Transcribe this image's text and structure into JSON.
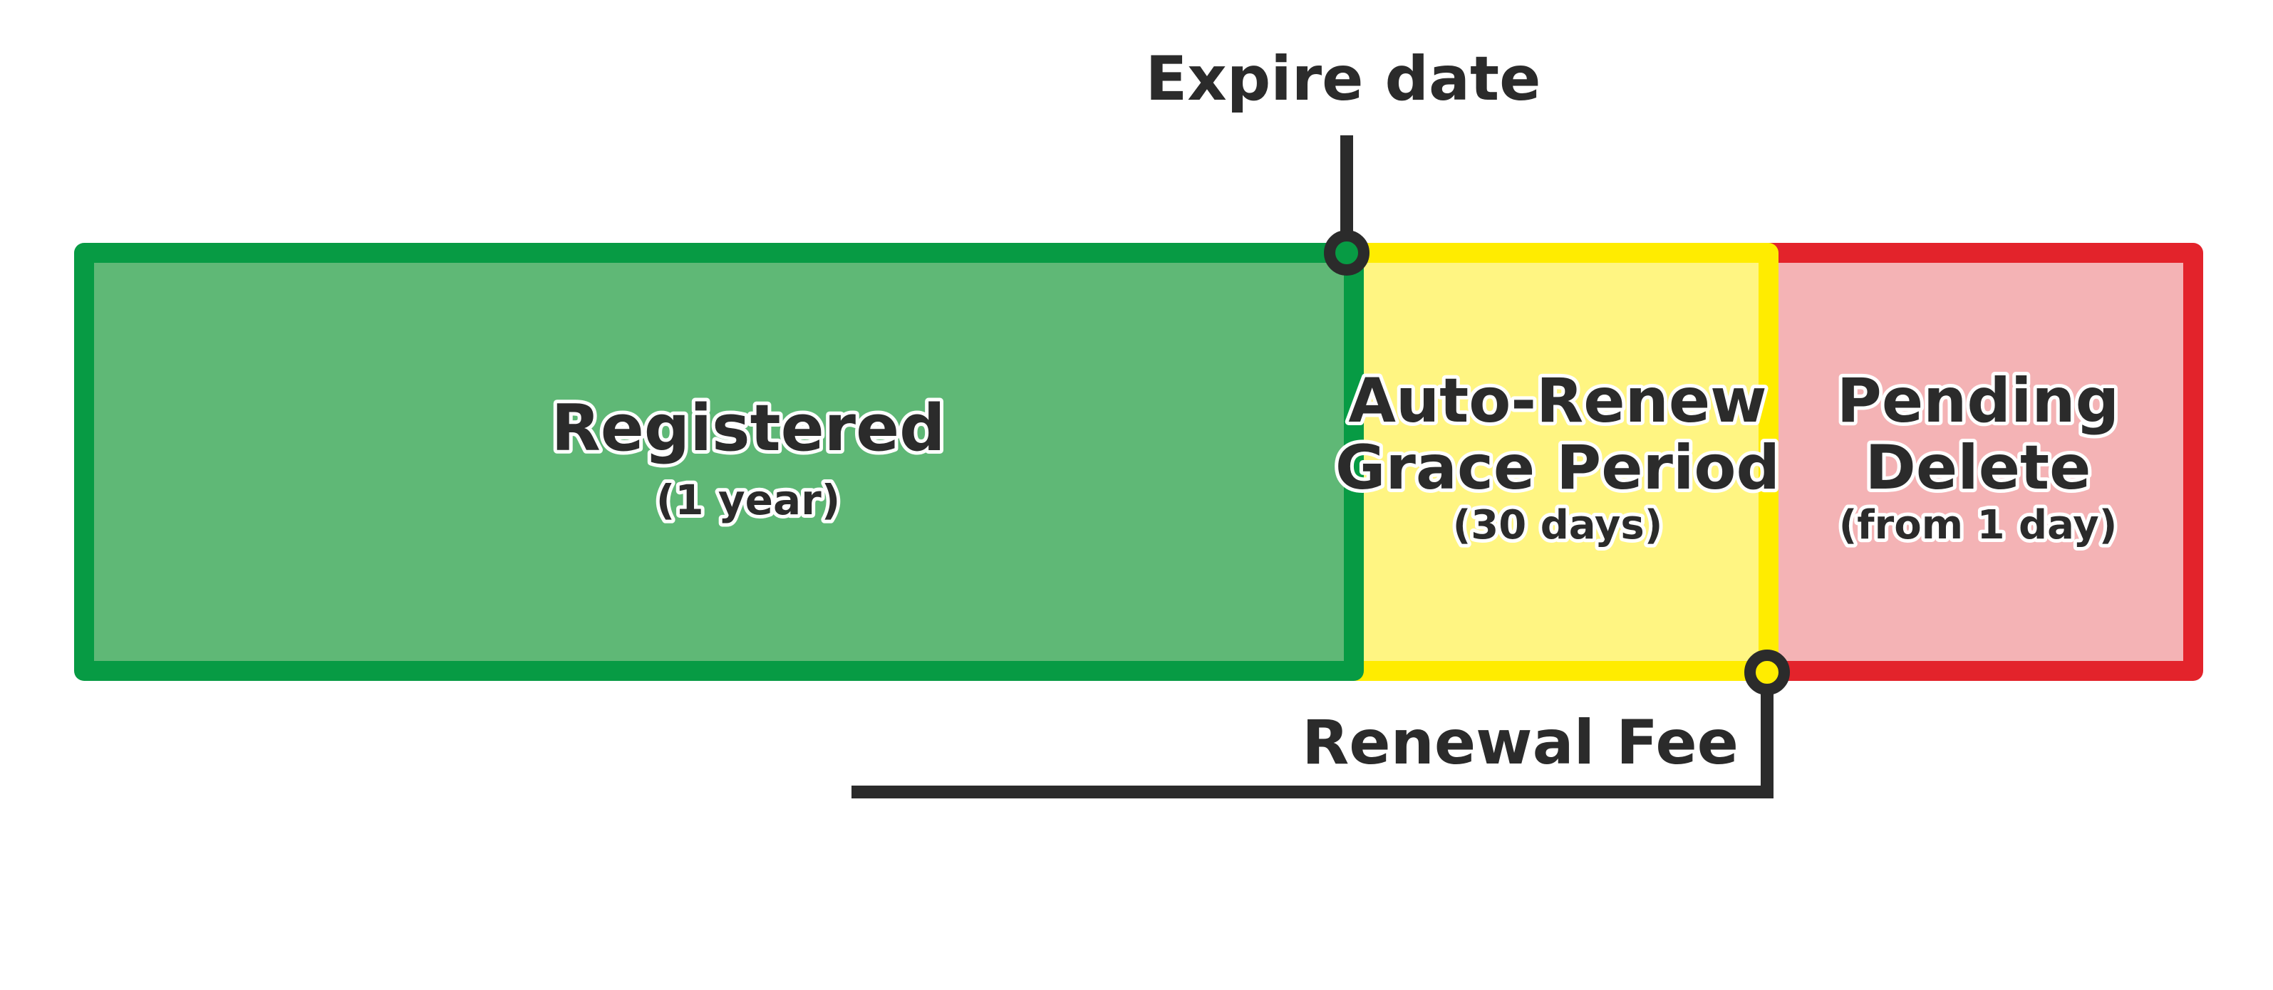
{
  "diagram": {
    "expire_label": "Expire date",
    "renewal_label": "Renewal Fee",
    "colors": {
      "registered_fill": "#5fb876",
      "registered_border": "#079b44",
      "grace_fill": "#fff582",
      "grace_border": "#ffec00",
      "pending_fill": "#f4b3b5",
      "pending_border": "#e3232b",
      "line": "#2b2b2b"
    },
    "segments": [
      {
        "id": "registered",
        "title": "Registered",
        "subtitle": "(1 year)"
      },
      {
        "id": "grace",
        "title_line1": "Auto-Renew",
        "title_line2": "Grace Period",
        "subtitle": "(30 days)"
      },
      {
        "id": "pending",
        "title_line1": "Pending",
        "title_line2": "Delete",
        "subtitle": "(from 1 day)"
      }
    ]
  }
}
